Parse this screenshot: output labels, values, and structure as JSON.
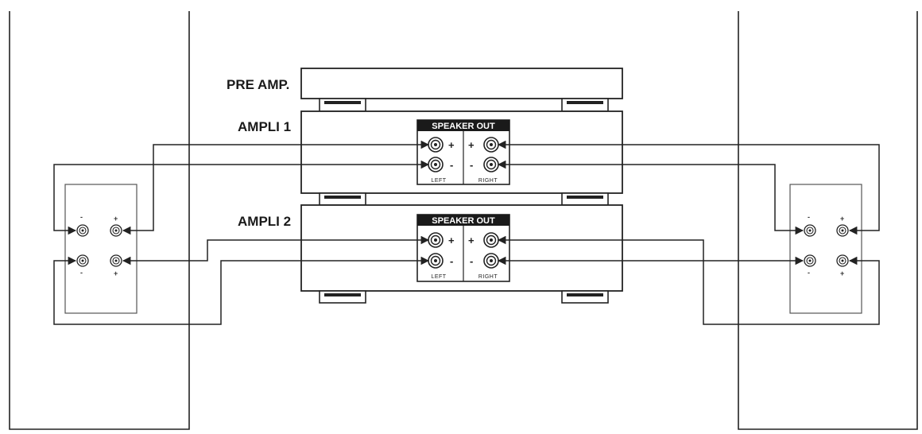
{
  "labels": {
    "pre_amp": "PRE AMP.",
    "ampli_1": "AMPLI 1",
    "ampli_2": "AMPLI 2",
    "speaker_out": "SPEAKER OUT",
    "left": "LEFT",
    "right": "RIGHT",
    "plus": "+",
    "minus": "-"
  },
  "icons": {
    "terminal": "binding-post-icon",
    "arrow": "arrowhead-icon"
  }
}
